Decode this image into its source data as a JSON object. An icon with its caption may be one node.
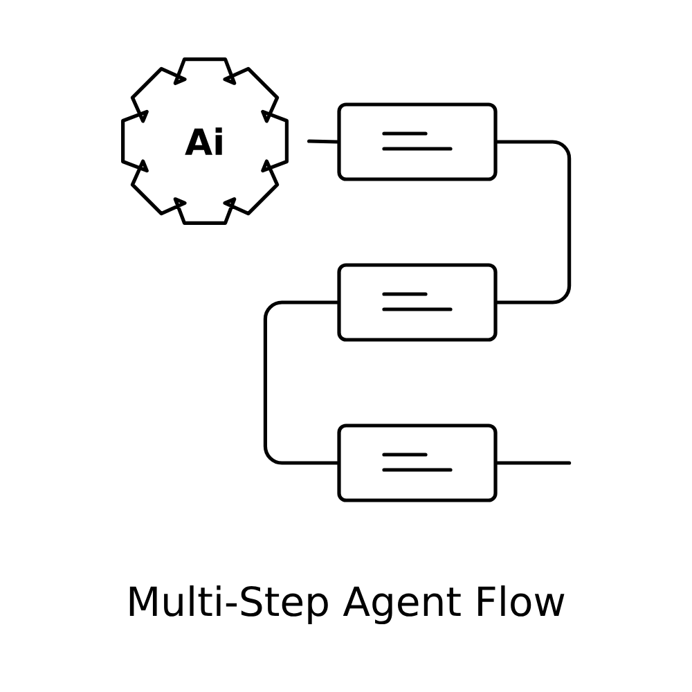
{
  "diagram": {
    "title": "Multi-Step Agent Flow",
    "nodes": [
      {
        "text": [
          "Ai"
        ]
      },
      {
        "text": [],
        "shape": "box"
      },
      {
        "text": [],
        "shape": "box"
      },
      {
        "text": [],
        "shape": "box"
      }
    ],
    "edges": [
      {
        "from": 0,
        "to": 1,
        "arrow": "none"
      },
      {
        "from": 1,
        "to": 2,
        "arrow": "none"
      },
      {
        "from": 2,
        "to": 3,
        "arrow": "none"
      },
      {
        "from": 3,
        "to": null,
        "arrow": "none"
      }
    ]
  }
}
